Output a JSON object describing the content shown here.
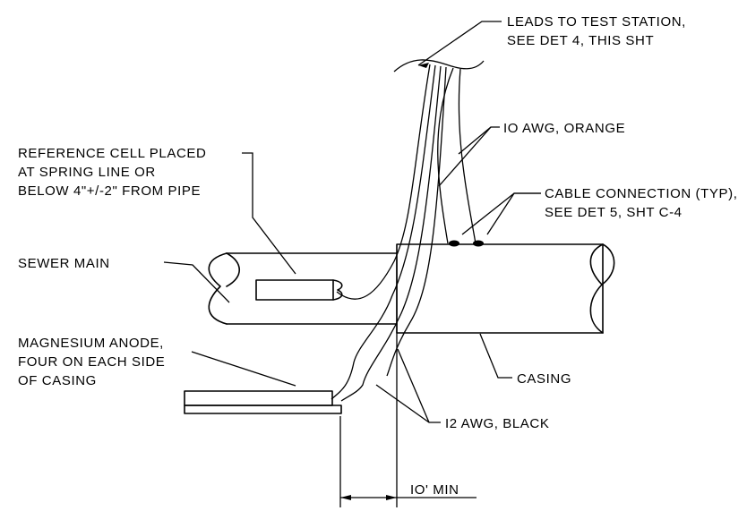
{
  "labels": {
    "leads_line1": "LEADS TO TEST STATION,",
    "leads_line2": "SEE DET 4, THIS SHT",
    "awg10": "IO AWG, ORANGE",
    "ref_line1": "REFERENCE CELL PLACED",
    "ref_line2": "AT SPRING LINE OR",
    "ref_line3": "BELOW 4\"+/-2\" FROM PIPE",
    "cable_line1": "CABLE CONNECTION (TYP),",
    "cable_line2": "SEE DET 5, SHT C-4",
    "sewer": "SEWER MAIN",
    "mag_line1": "MAGNESIUM ANODE,",
    "mag_line2": "FOUR ON EACH SIDE",
    "mag_line3": "OF CASING",
    "casing": "CASING",
    "awg12": "I2 AWG, BLACK",
    "dim": "IO' MIN"
  }
}
